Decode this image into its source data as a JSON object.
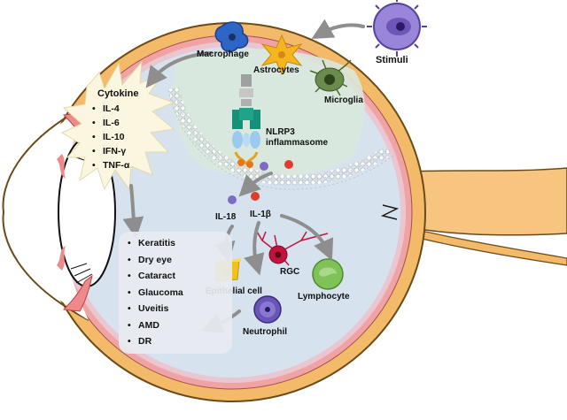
{
  "stimuli": "Stimuli",
  "cells": {
    "macrophage": "Macrophage",
    "astrocytes": "Astrocytes",
    "microglia": "Microglia",
    "epithelial": "Epithelial cell",
    "rgc": "RGC",
    "lymphocyte": "Lymphocyte",
    "neutrophil": "Neutrophil"
  },
  "nlrp3": {
    "line1": "NLRP3",
    "line2": "inflammasome"
  },
  "interleukins": {
    "il18": "IL-18",
    "il1b": "IL-1β"
  },
  "cytokine": {
    "title": "Cytokine",
    "items": [
      "IL-4",
      "IL-6",
      "IL-10",
      "IFN-γ",
      "TNF-α"
    ]
  },
  "diseases": [
    "Keratitis",
    "Dry eye",
    "Cataract",
    "Glaucoma",
    "Uveitis",
    "AMD",
    "DR"
  ],
  "colors": {
    "sclera": "#f3ba6a",
    "choroid": "#f1a3a3",
    "interior": "#d7e2ef",
    "cell_zone": "#d9e9dd",
    "arrow": "#8e8e8e",
    "stimuli": "#7a5cc0",
    "macrophage": "#2d66c5",
    "astrocytes": "#f4b51e",
    "microglia": "#6a8b4b",
    "epithelial": "#f2c316",
    "rgc": "#c0143c",
    "lymphocyte": "#7ec258",
    "neutrophil": "#6a54b8",
    "il18_dot": "#7c6cc6",
    "il1b_dot": "#e23b2d"
  }
}
